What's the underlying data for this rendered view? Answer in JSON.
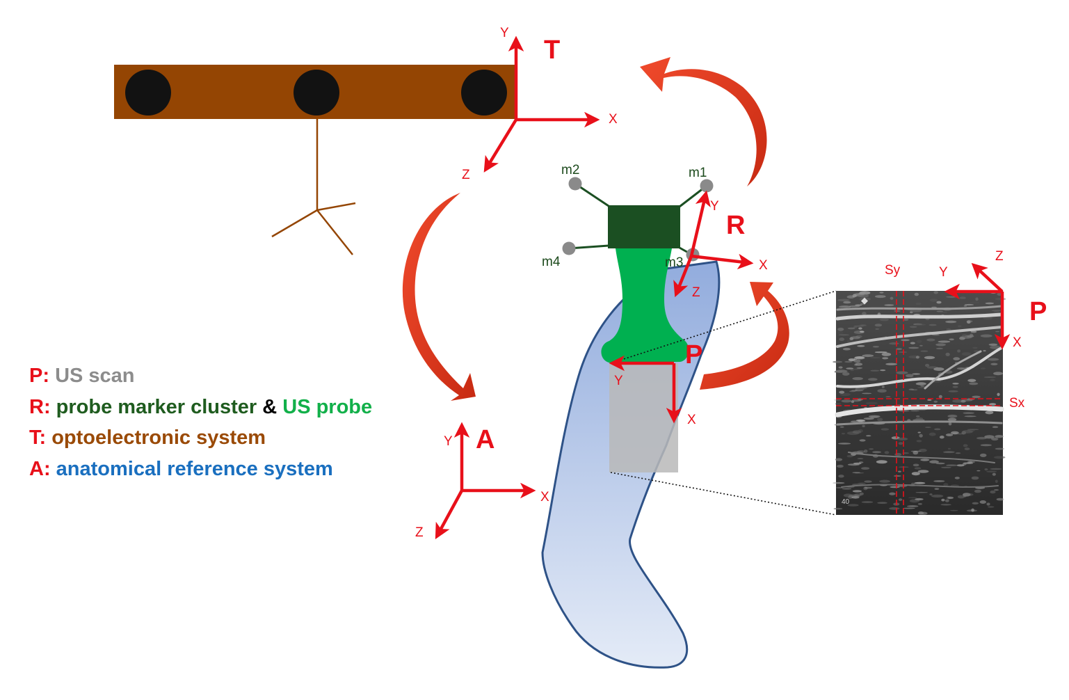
{
  "frames": {
    "T": {
      "label": "T",
      "x": "X",
      "y": "Y",
      "z": "Z"
    },
    "R": {
      "label": "R",
      "x": "X",
      "y": "Y",
      "z": "Z"
    },
    "P": {
      "label": "P",
      "x": "X",
      "y": "Y"
    },
    "P_scan": {
      "label": "P",
      "x": "X",
      "y": "Y",
      "z": "Z"
    },
    "A": {
      "label": "A",
      "x": "X",
      "y": "Y",
      "z": "Z"
    }
  },
  "markers": {
    "m1": "m1",
    "m2": "m2",
    "m3": "m3",
    "m4": "m4"
  },
  "scan": {
    "sx": "Sx",
    "sy": "Sy",
    "depth_mark": "40"
  },
  "legend": [
    {
      "key": "P:",
      "parts": [
        {
          "text": "US scan",
          "color": "#8c8c8c"
        }
      ]
    },
    {
      "key": "R:",
      "parts": [
        {
          "text": "probe marker cluster",
          "color": "#1f5c1f"
        },
        {
          "text": " & ",
          "color": "#000000"
        },
        {
          "text": "US probe",
          "color": "#12b04a"
        }
      ]
    },
    {
      "key": "T:",
      "parts": [
        {
          "text": "optoelectronic system",
          "color": "#9a4a06"
        }
      ]
    },
    {
      "key": "A:",
      "parts": [
        {
          "text": "anatomical reference system",
          "color": "#1a6fbf"
        }
      ]
    }
  ],
  "colors": {
    "axes": "#e8101a",
    "optoelectronic_bar": "#944503",
    "probe_cluster": "#1b4f22",
    "probe": "#00b050",
    "limb_outline": "#2e5287",
    "scan_window": "#b8b8b8"
  }
}
